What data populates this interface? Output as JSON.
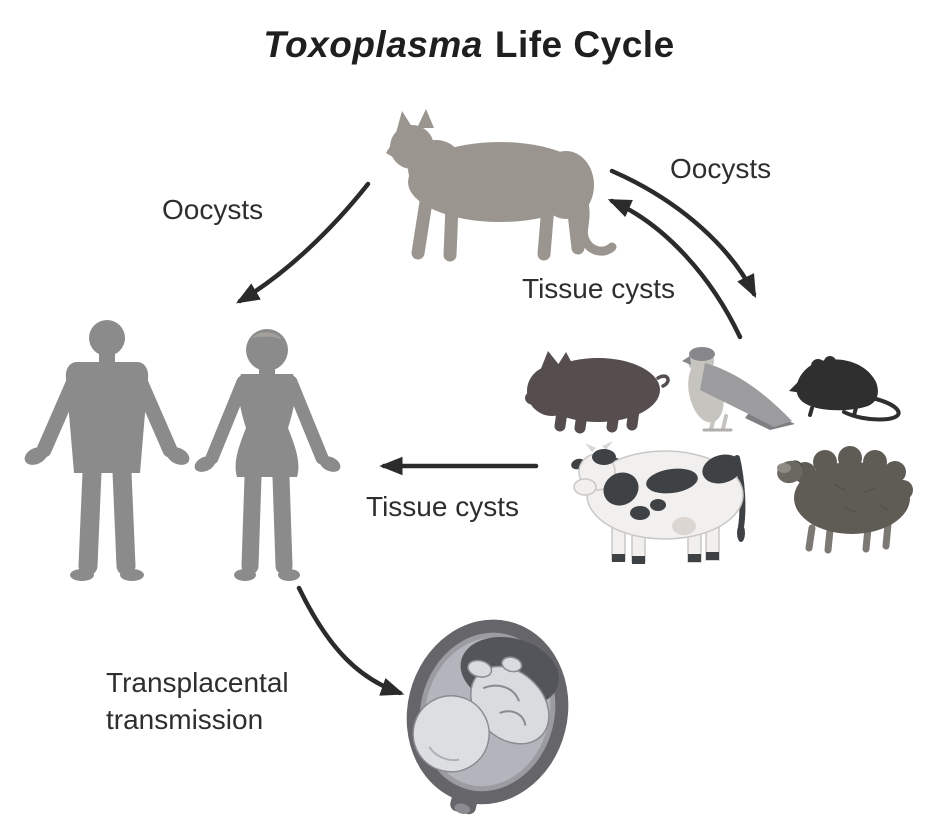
{
  "title": {
    "species": "Toxoplasma",
    "rest": "Life Cycle"
  },
  "labels": {
    "oocysts_left": "Oocysts",
    "oocysts_right": "Oocysts",
    "tissue_cysts_to_cat": "Tissue cysts",
    "tissue_cysts_to_humans": "Tissue cysts",
    "transplacental_line1": "Transplacental",
    "transplacental_line2": "transmission"
  },
  "figures": {
    "cat": "cat silhouette (definitive host)",
    "man": "man silhouette",
    "woman": "woman silhouette",
    "pig": "pig",
    "falcon": "falcon",
    "mouse": "mouse",
    "cow": "cow",
    "sheep": "sheep",
    "fetus": "fetus in womb"
  },
  "arrows": [
    {
      "name": "cat-to-humans",
      "label": "Oocysts"
    },
    {
      "name": "cat-to-animals",
      "label": "Oocysts"
    },
    {
      "name": "animals-to-cat",
      "label": "Tissue cysts"
    },
    {
      "name": "animals-to-humans",
      "label": "Tissue cysts"
    },
    {
      "name": "woman-to-fetus",
      "label": "Transplacental transmission"
    }
  ],
  "colors": {
    "text": "#2e2e2e",
    "arrow": "#2b2b2b",
    "cat": "#9b9590",
    "human": "#8b8b8b",
    "pig": "#564e4e",
    "falcon_body": "#c6c4bf",
    "falcon_wing": "#9c9c9e",
    "mouse": "#2f2f2f",
    "cow_body": "#f1f0ee",
    "cow_spots": "#3f4245",
    "sheep": "#5f5c56",
    "womb_wall": "#66666a",
    "womb_cavity": "#b2b5bb",
    "fetus": "#dcdee2"
  }
}
